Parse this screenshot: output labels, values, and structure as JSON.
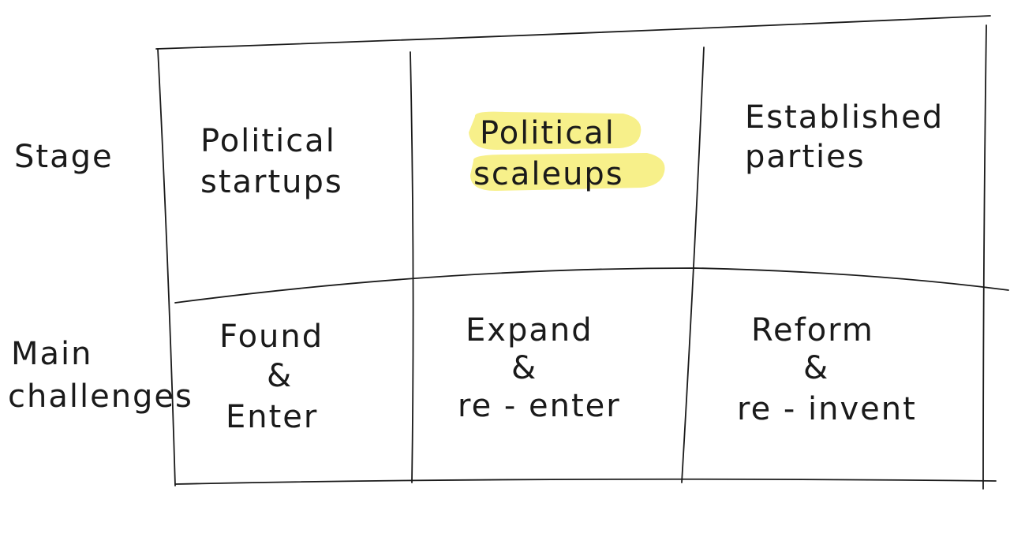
{
  "row_labels": {
    "stage": "Stage",
    "challenges_line1": "Main",
    "challenges_line2": "challenges"
  },
  "stages": [
    {
      "line1": "Political",
      "line2": "startups",
      "highlighted": false
    },
    {
      "line1": "Political",
      "line2": "scaleups",
      "highlighted": true
    },
    {
      "line1": "Established",
      "line2": "parties",
      "highlighted": false
    }
  ],
  "challenges": [
    {
      "line1": "Found",
      "line2": "&",
      "line3": "Enter"
    },
    {
      "line1": "Expand",
      "line2": "&",
      "line3": "re - enter"
    },
    {
      "line1": "Reform",
      "line2": "&",
      "line3": "re - invent"
    }
  ],
  "colors": {
    "ink": "#1a1a1a",
    "highlight": "#f7f08a",
    "paper": "#ffffff"
  }
}
